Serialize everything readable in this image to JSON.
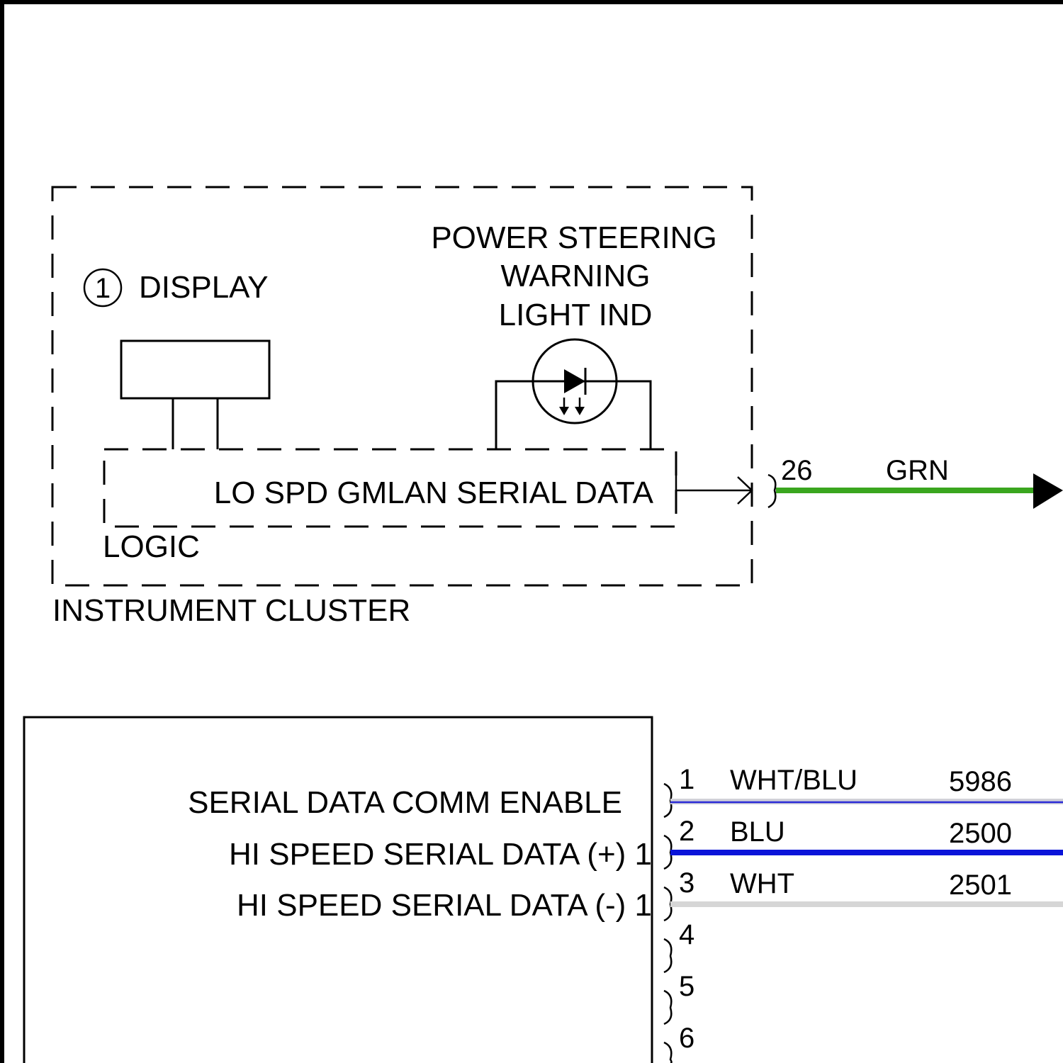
{
  "frame_border": true,
  "instrument_cluster": {
    "title": "INSTRUMENT CLUSTER",
    "display": {
      "callout_number": "1",
      "label": "DISPLAY"
    },
    "warning_light": {
      "label_lines": [
        "POWER STEERING",
        "WARNING",
        "LIGHT IND"
      ],
      "icon": "led-lamp-icon"
    },
    "logic": {
      "label": "LOGIC",
      "signal_label": "LO SPD GMLAN SERIAL DATA"
    },
    "output": {
      "pin": "26",
      "wire_color_label": "GRN",
      "wire_color": "#3aa61f"
    }
  },
  "module": {
    "signals": [
      "SERIAL DATA COMM ENABLE",
      "HI SPEED SERIAL DATA (+) 1",
      "HI SPEED SERIAL DATA (-) 1"
    ],
    "pins": [
      {
        "pin": "1",
        "wire_color_label": "WHT/BLU",
        "circuit": "5986",
        "wire_color": "#2b2bd6"
      },
      {
        "pin": "2",
        "wire_color_label": "BLU",
        "circuit": "2500",
        "wire_color": "#0a14d9"
      },
      {
        "pin": "3",
        "wire_color_label": "WHT",
        "circuit": "2501",
        "wire_color": "#d6d6d6"
      },
      {
        "pin": "4",
        "wire_color_label": "",
        "circuit": ""
      },
      {
        "pin": "5",
        "wire_color_label": "",
        "circuit": ""
      },
      {
        "pin": "6",
        "wire_color_label": "",
        "circuit": ""
      }
    ]
  }
}
